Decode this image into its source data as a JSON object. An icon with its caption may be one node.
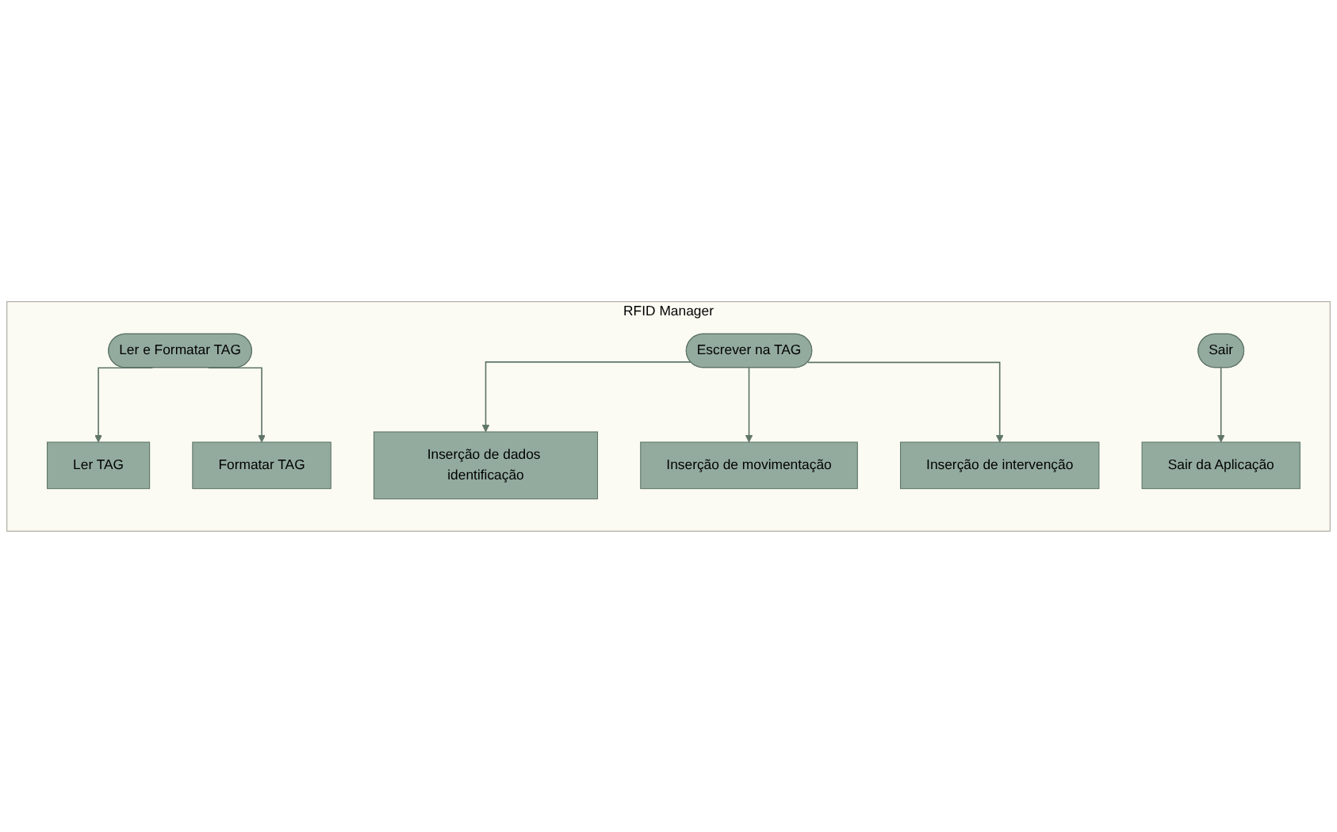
{
  "diagram": {
    "nodes": [
      {
        "text": [
          "RFID Manager"
        ]
      },
      {
        "text": [
          "Ler e Formatar TAG"
        ],
        "in": 0
      },
      {
        "text": [
          "Ler TAG"
        ],
        "in": 0
      },
      {
        "text": [
          "Formatar TAG"
        ],
        "in": 0
      },
      {
        "text": [
          "Escrever na TAG"
        ],
        "in": 0
      },
      {
        "text": [
          "Inserção de dados identificação"
        ],
        "in": 0
      },
      {
        "text": [
          "Inserção de movimentação"
        ],
        "in": 0
      },
      {
        "text": [
          "Inserção de intervenção"
        ],
        "in": 0
      },
      {
        "text": [
          "Sair"
        ],
        "in": 0
      },
      {
        "text": [
          "Sair da Aplicação"
        ],
        "in": 0
      }
    ],
    "edges": [
      {
        "from": 1,
        "to": 2,
        "arrow": "to"
      },
      {
        "from": 1,
        "to": 3,
        "arrow": "to"
      },
      {
        "from": 4,
        "to": 5,
        "arrow": "to"
      },
      {
        "from": 4,
        "to": 6,
        "arrow": "to"
      },
      {
        "from": 4,
        "to": 7,
        "arrow": "to"
      },
      {
        "from": 8,
        "to": 9,
        "arrow": "to"
      }
    ]
  }
}
